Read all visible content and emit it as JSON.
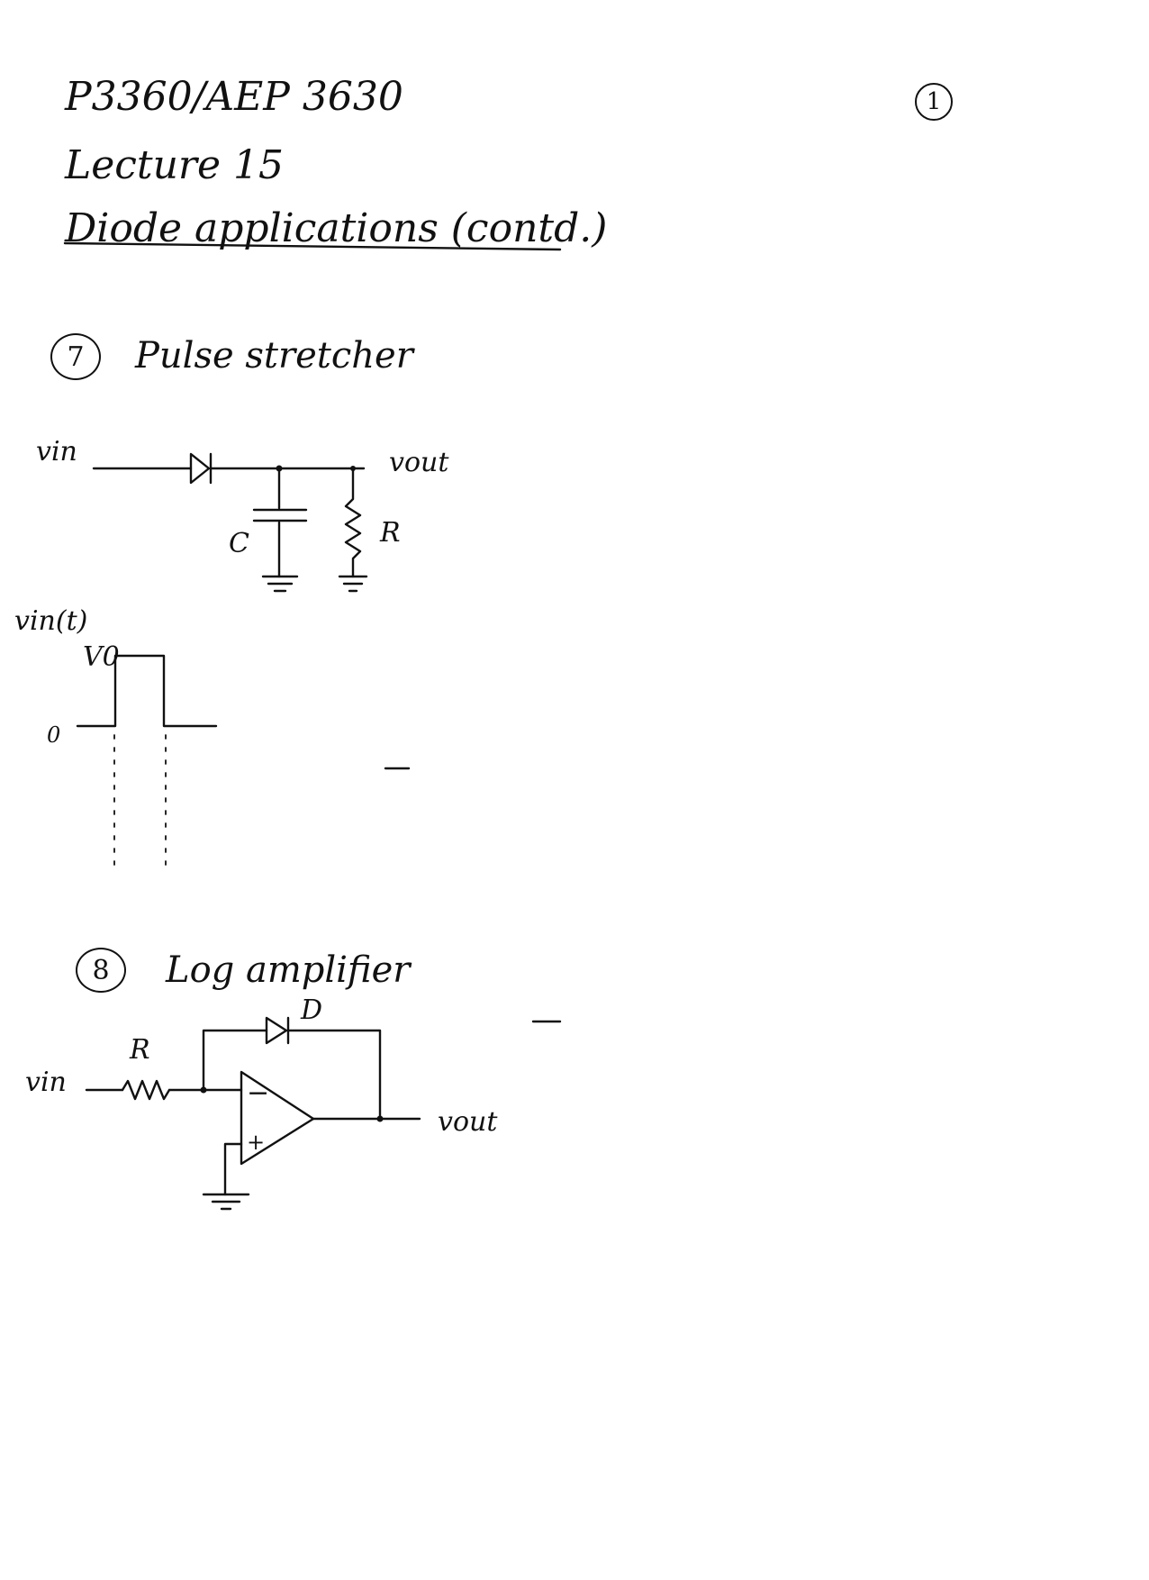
{
  "header": {
    "course": "P3360/AEP 3630",
    "lecture": "Lecture 15",
    "topic": "Diode applications (contd.)",
    "page_number": "1"
  },
  "section7": {
    "number": "7",
    "title": "Pulse stretcher",
    "circuit": {
      "input_label": "vin",
      "output_label": "vout",
      "capacitor_label": "C",
      "resistor_label": "R"
    },
    "waveform": {
      "axis_label": "vin(t)",
      "high_label": "V0",
      "zero_label": "0"
    }
  },
  "section8": {
    "number": "8",
    "title": "Log amplifier",
    "circuit": {
      "input_label": "vin",
      "output_label": "vout",
      "resistor_label": "R",
      "diode_label": "D",
      "minus_label": "−",
      "plus_label": "+"
    }
  }
}
